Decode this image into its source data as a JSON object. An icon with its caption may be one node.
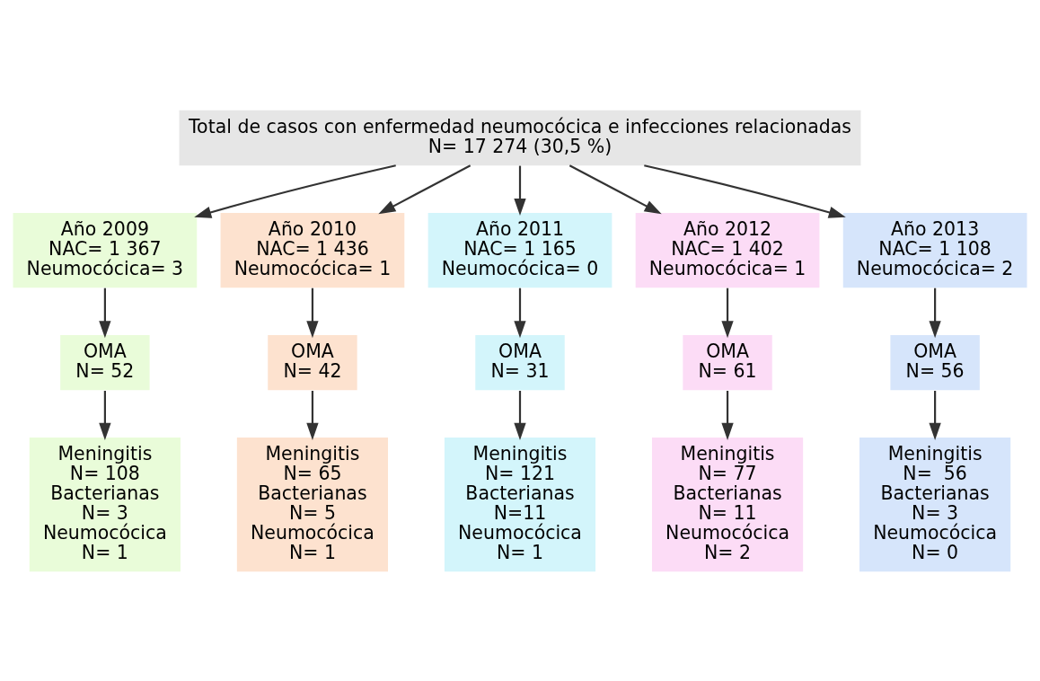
{
  "diagram": {
    "nodes": [
      {
        "text": [
          "Total de casos con enfermedad neumocócica e infecciones relacionadas",
          "N= 17 274 (30,5 %)"
        ]
      },
      {
        "text": [
          "Año 2009",
          "NAC= 1 367",
          "Neumocócica= 3"
        ]
      },
      {
        "text": [
          "OMA",
          "N= 52"
        ]
      },
      {
        "text": [
          "Meningitis",
          "N= 108",
          "Bacterianas",
          "N= 3",
          "Neumocócica",
          "N= 1"
        ]
      },
      {
        "text": [
          "Año 2010",
          "NAC= 1 436",
          "Neumocócica= 1"
        ]
      },
      {
        "text": [
          "OMA",
          "N= 42"
        ]
      },
      {
        "text": [
          "Meningitis",
          "N= 65",
          "Bacterianas",
          "N= 5",
          "Neumocócica",
          "N= 1"
        ]
      },
      {
        "text": [
          "Año 2011",
          "NAC= 1 165",
          "Neumocócica= 0"
        ]
      },
      {
        "text": [
          "OMA",
          "N= 31"
        ]
      },
      {
        "text": [
          "Meningitis",
          "N= 121",
          "Bacterianas",
          "N=11",
          "Neumocócica",
          "N= 1"
        ]
      },
      {
        "text": [
          "Año 2012",
          "NAC= 1 402",
          "Neumocócica= 1"
        ]
      },
      {
        "text": [
          "OMA",
          "N= 61"
        ]
      },
      {
        "text": [
          "Meningitis",
          "N= 77",
          "Bacterianas",
          "N= 11",
          "Neumocócica",
          "N= 2"
        ]
      },
      {
        "text": [
          "Año 2013",
          "NAC= 1 108",
          "Neumocócica= 2"
        ]
      },
      {
        "text": [
          "OMA",
          "N= 56"
        ]
      },
      {
        "text": [
          "Meningitis",
          "N=  56",
          "Bacterianas",
          "N= 3",
          "Neumocócica",
          "N= 0"
        ]
      }
    ],
    "edges": [
      {
        "from": 0,
        "to": 1,
        "arrow": "to"
      },
      {
        "from": 0,
        "to": 4,
        "arrow": "to"
      },
      {
        "from": 0,
        "to": 7,
        "arrow": "to"
      },
      {
        "from": 0,
        "to": 10,
        "arrow": "to"
      },
      {
        "from": 0,
        "to": 13,
        "arrow": "to"
      },
      {
        "from": 1,
        "to": 2,
        "arrow": "to"
      },
      {
        "from": 2,
        "to": 3,
        "arrow": "to"
      },
      {
        "from": 4,
        "to": 5,
        "arrow": "to"
      },
      {
        "from": 5,
        "to": 6,
        "arrow": "to"
      },
      {
        "from": 7,
        "to": 8,
        "arrow": "to"
      },
      {
        "from": 8,
        "to": 9,
        "arrow": "to"
      },
      {
        "from": 10,
        "to": 11,
        "arrow": "to"
      },
      {
        "from": 11,
        "to": 12,
        "arrow": "to"
      },
      {
        "from": 13,
        "to": 14,
        "arrow": "to"
      },
      {
        "from": 14,
        "to": 15,
        "arrow": "to"
      }
    ]
  }
}
